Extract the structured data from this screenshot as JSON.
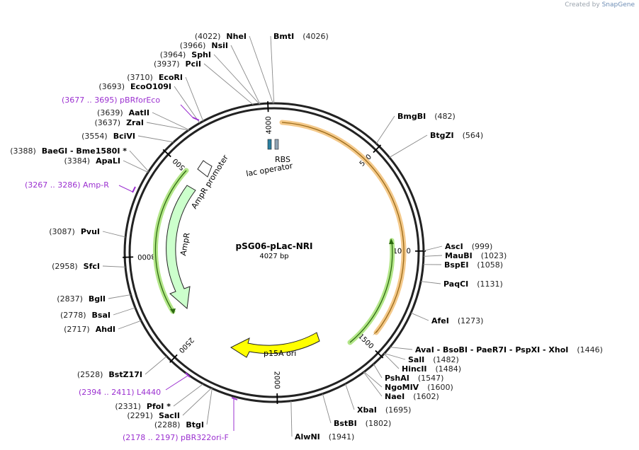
{
  "watermark": {
    "prefix": "Created by",
    "brand": "SnapGene"
  },
  "plasmid": {
    "name": "pSG06-pLac-NRI",
    "length_label": "4027 bp",
    "total_bp": 4027
  },
  "ticks": [
    "500",
    "1000",
    "1500",
    "2000",
    "2500",
    "3000",
    "3500",
    "4000"
  ],
  "features": [
    {
      "name": "AmpR promoter",
      "color": "#ffffff"
    },
    {
      "name": "AmpR",
      "color": "#ccffcc"
    },
    {
      "name": "p15A ori",
      "color": "#ffff00"
    },
    {
      "name": "RBS",
      "color": "#8fa3b3"
    },
    {
      "name": "lac operator",
      "color": "#2a7fa0"
    }
  ],
  "orf_colors": {
    "orange": "#e9a445",
    "green": "#7ccb3f"
  },
  "sites": [
    {
      "name": "BmtI",
      "pos": "(4026)"
    },
    {
      "name": "NheI",
      "pos": "(4022)"
    },
    {
      "name": "NsiI",
      "pos": "(3966)"
    },
    {
      "name": "SphI",
      "pos": "(3964)"
    },
    {
      "name": "PciI",
      "pos": "(3937)"
    },
    {
      "name": "EcoRI",
      "pos": "(3710)"
    },
    {
      "name": "EcoO109I",
      "pos": "(3693)"
    },
    {
      "name": "AatII",
      "pos": "(3639)"
    },
    {
      "name": "ZraI",
      "pos": "(3637)"
    },
    {
      "name": "BciVI",
      "pos": "(3554)"
    },
    {
      "name": "BaeGI - Bme1580I *",
      "pos": "(3388)"
    },
    {
      "name": "ApaLI",
      "pos": "(3384)"
    },
    {
      "name": "PvuI",
      "pos": "(3087)"
    },
    {
      "name": "SfcI",
      "pos": "(2958)"
    },
    {
      "name": "BglI",
      "pos": "(2837)"
    },
    {
      "name": "BsaI",
      "pos": "(2778)"
    },
    {
      "name": "AhdI",
      "pos": "(2717)"
    },
    {
      "name": "BstZ17I",
      "pos": "(2528)"
    },
    {
      "name": "PfoI *",
      "pos": "(2331)"
    },
    {
      "name": "SacII",
      "pos": "(2291)"
    },
    {
      "name": "BtgI",
      "pos": "(2288)"
    },
    {
      "name": "AlwNI",
      "pos": "(1941)"
    },
    {
      "name": "BstBI",
      "pos": "(1802)"
    },
    {
      "name": "XbaI",
      "pos": "(1695)"
    },
    {
      "name": "NaeI",
      "pos": "(1602)"
    },
    {
      "name": "NgoMIV",
      "pos": "(1600)"
    },
    {
      "name": "PshAI",
      "pos": "(1547)"
    },
    {
      "name": "HincII",
      "pos": "(1484)"
    },
    {
      "name": "SalI",
      "pos": "(1482)"
    },
    {
      "name": "AvaI - BsoBI - PaeR7I - PspXI - XhoI",
      "pos": "(1446)"
    },
    {
      "name": "AfeI",
      "pos": "(1273)"
    },
    {
      "name": "PaqCI",
      "pos": "(1131)"
    },
    {
      "name": "BspEI",
      "pos": "(1058)"
    },
    {
      "name": "MauBI",
      "pos": "(1023)"
    },
    {
      "name": "AscI",
      "pos": "(999)"
    },
    {
      "name": "BtgZI",
      "pos": "(564)"
    },
    {
      "name": "BmgBI",
      "pos": "(482)"
    }
  ],
  "primers": [
    {
      "label": "(3677 .. 3695)  pBRforEco"
    },
    {
      "label": "(3267 .. 3286)  Amp-R"
    },
    {
      "label": "(2394 .. 2411)  L4440"
    },
    {
      "label": "(2178 .. 2197)  pBR322ori-F"
    }
  ]
}
